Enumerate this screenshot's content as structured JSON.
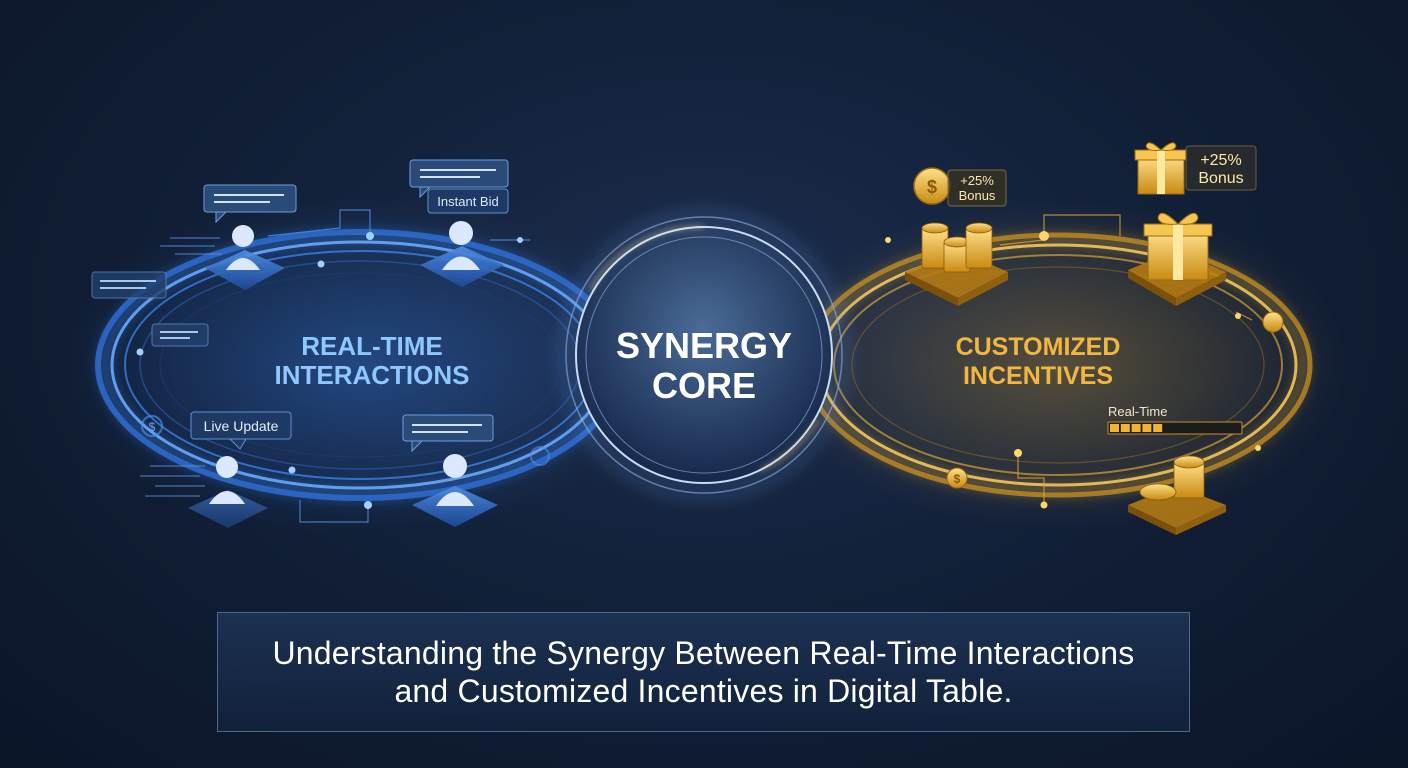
{
  "diagram": {
    "left_label_line1": "REAL-TIME",
    "left_label_line2": "INTERACTIONS",
    "core_label_line1": "SYNERGY",
    "core_label_line2": "CORE",
    "right_label_line1": "CUSTOMIZED",
    "right_label_line2": "INCENTIVES",
    "tag_instant_bid": "Instant Bid",
    "tag_live_update": "Live Update",
    "bonus_tag_1_line1": "+25%",
    "bonus_tag_1_line2": "Bonus",
    "bonus_tag_2_line1": "+25%",
    "bonus_tag_2_line2": "Bonus",
    "realtime_meter_label": "Real-Time",
    "realtime_meter_level": 0.45
  },
  "caption": {
    "line1": "Understanding the Synergy Between Real-Time Interactions",
    "line2": "and Customized Incentives in Digital Table."
  },
  "colors": {
    "blue_accent": "#3d8bff",
    "gold_accent": "#f2b233",
    "background": "#122039"
  },
  "icons": [
    "user-icon",
    "chat-bubble-icon",
    "coin-stack-icon",
    "gift-box-icon",
    "dollar-coin-icon"
  ]
}
